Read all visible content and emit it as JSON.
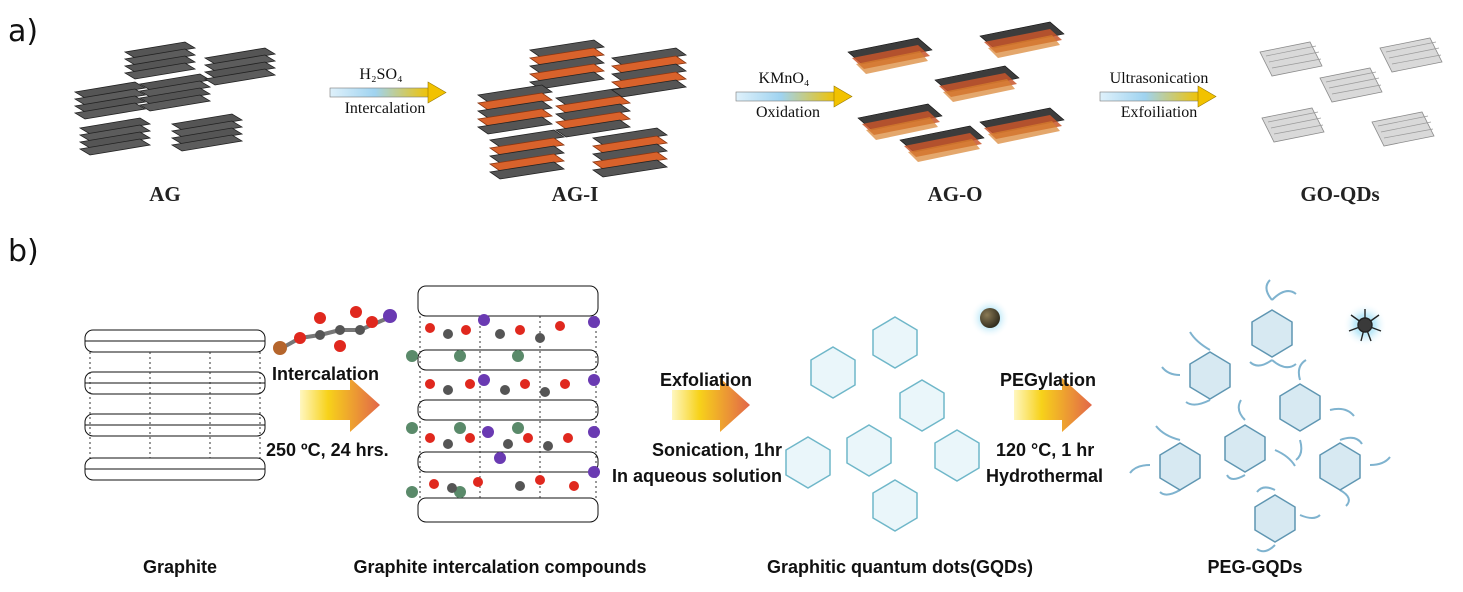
{
  "panel_a": {
    "label": "a)",
    "stages": [
      "AG",
      "AG-I",
      "AG-O",
      "GO-QDs"
    ],
    "steps": [
      {
        "reagent": "H₂SO₄",
        "process": "Intercalation"
      },
      {
        "reagent": "KMnO₄",
        "process": "Oxidation"
      },
      {
        "reagent": "Ultrasonication",
        "process": "Exfoiliation"
      }
    ]
  },
  "panel_b": {
    "label": "b)",
    "stages": [
      "Graphite",
      "Graphite intercalation compounds",
      "Graphitic quantum dots(GQDs)",
      "PEG-GQDs"
    ],
    "steps": [
      {
        "title": "Intercalation",
        "conditions": [
          "250 ºC, 24 hrs."
        ]
      },
      {
        "title": "Exfoliation",
        "conditions": [
          "Sonication, 1hr",
          "In aqueous solution"
        ]
      },
      {
        "title": "PEGylation",
        "conditions": [
          "120 °C, 1 hr",
          "Hydrothermal"
        ]
      }
    ]
  },
  "colors": {
    "graphite_sheet": "#4a4a4a",
    "intercalant": "#d9622b",
    "oxygen_atom": "#e0281e",
    "carbon_atom": "#555555",
    "dot_blue": "#6fb7c9",
    "peg_chain": "#7fb3cf",
    "arrow_start": "#f7d21a",
    "arrow_end": "#e2664a",
    "thin_arrow_start": "#9fd3f0",
    "thin_arrow_end": "#f2c200"
  }
}
